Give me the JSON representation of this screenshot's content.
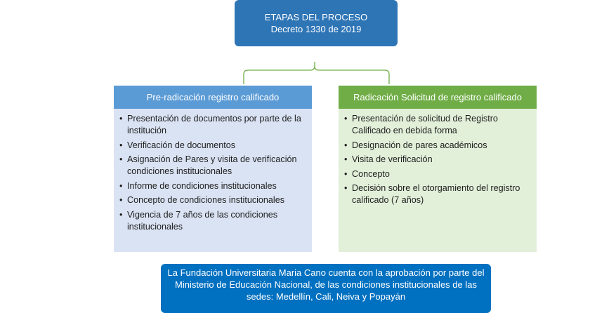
{
  "top_box": {
    "title": "ETAPAS DEL PROCESO",
    "subtitle": "Decreto 1330 de 2019"
  },
  "left_column": {
    "header": "Pre-radicación registro calificado",
    "items": [
      "Presentación de documentos por parte de la institución",
      "Verificación de documentos",
      "Asignación de Pares y visita de verificación condiciones institucionales",
      "Informe de condiciones institucionales",
      "Concepto de condiciones institucionales",
      "Vigencia de 7 años de las condiciones institucionales"
    ]
  },
  "right_column": {
    "header": "Radicación Solicitud de registro calificado",
    "items": [
      "Presentación de solicitud de Registro Calificado en debida forma",
      "Designación de pares académicos",
      "Visita de verificación",
      "Concepto",
      "Decisión sobre el otorgamiento del registro calificado (7 años)"
    ]
  },
  "bottom_box": {
    "text": "La Fundación Universitaria Maria Cano cuenta con la aprobación por parte del Ministerio de Educación Nacional, de las condiciones institucionales de las sedes: Medellín, Cali, Neiva y Popayán"
  },
  "colors": {
    "top_box": "#2e75b6",
    "left_header": "#5b9bd5",
    "left_body": "#dae3f3",
    "right_header": "#70ad47",
    "right_body": "#e2efd9",
    "bottom_box": "#0070c0",
    "brace": "#70ad47"
  },
  "bullet_glyph": "•"
}
